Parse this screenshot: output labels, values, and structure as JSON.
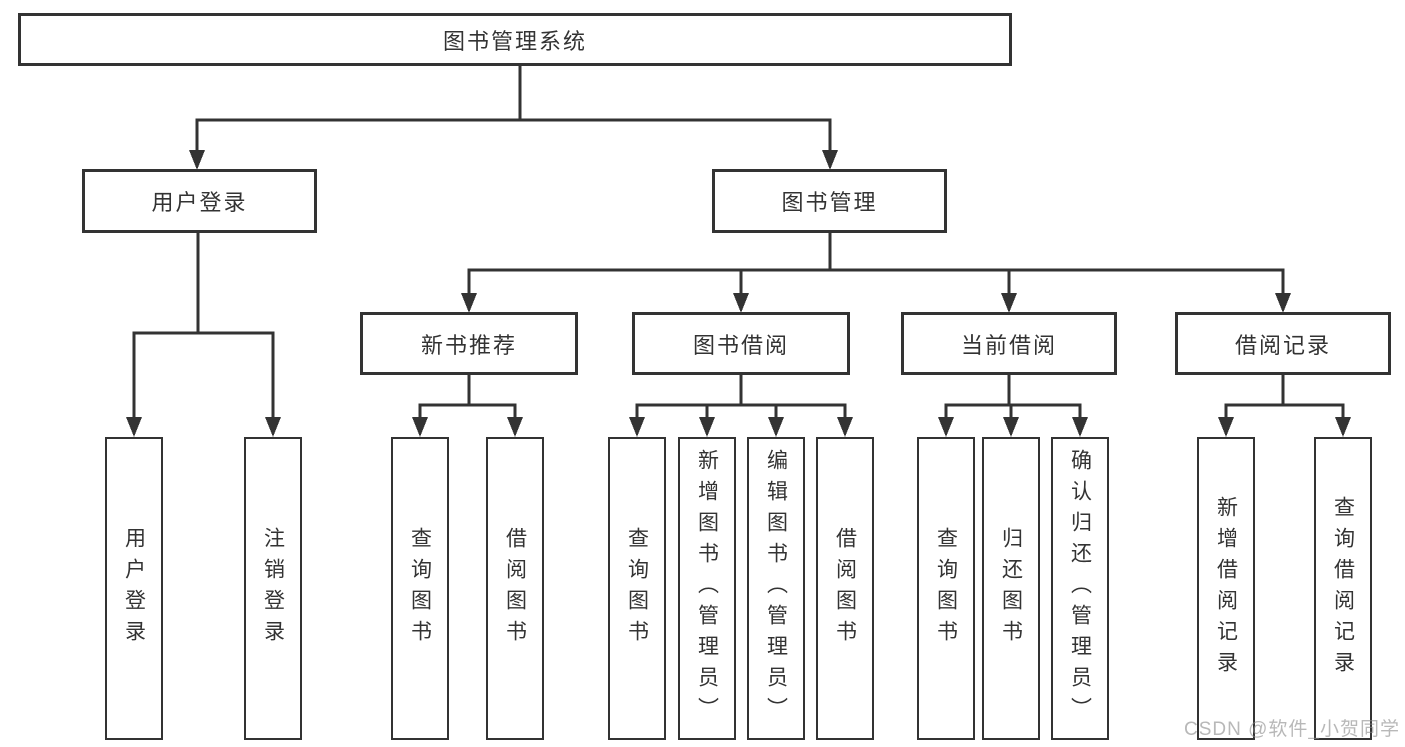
{
  "diagram": {
    "root": "图书管理系统",
    "watermark": "CSDN @软件_小贺同学",
    "colors": {
      "line": "#333333",
      "text": "#333333",
      "box_bg": "#ffffff",
      "background": "#ffffff"
    },
    "level2": [
      {
        "label": "用户登录",
        "leaves": [
          "用户登录",
          "注销登录"
        ]
      },
      {
        "label": "图书管理",
        "groups": [
          {
            "label": "新书推荐",
            "leaves": [
              "查询图书",
              "借阅图书"
            ]
          },
          {
            "label": "图书借阅",
            "leaves": [
              "查询图书",
              "新增图书（管理员）",
              "编辑图书（管理员）",
              "借阅图书"
            ]
          },
          {
            "label": "当前借阅",
            "leaves": [
              "查询图书",
              "归还图书",
              "确认归还（管理员）"
            ]
          },
          {
            "label": "借阅记录",
            "leaves": [
              "新增借阅记录",
              "查询借阅记录"
            ]
          }
        ]
      }
    ]
  }
}
